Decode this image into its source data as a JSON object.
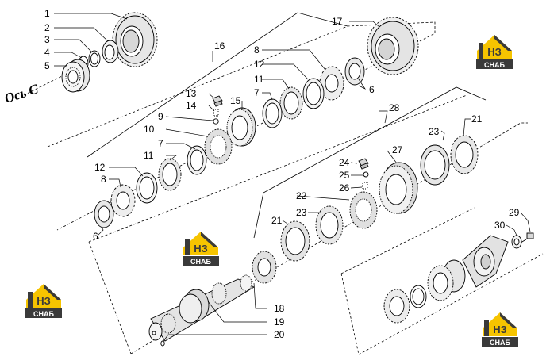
{
  "axis_label": "Ось С",
  "brand": {
    "mark": "НЗ",
    "name": "СНАБ",
    "colors": {
      "yellow": "#f6c400",
      "dark": "#3a3a3a"
    }
  },
  "callouts": {
    "c1": "1",
    "c2": "2",
    "c3": "3",
    "c4": "4",
    "c5": "5",
    "c6a": "6",
    "c6b": "6",
    "c7a": "7",
    "c7b": "7",
    "c8a": "8",
    "c8b": "8",
    "c9": "9",
    "c10": "10",
    "c11a": "11",
    "c11b": "11",
    "c12a": "12",
    "c12b": "12",
    "c13": "13",
    "c14": "14",
    "c15": "15",
    "c16": "16",
    "c17": "17",
    "c18": "18",
    "c19": "19",
    "c20": "20",
    "c21a": "21",
    "c21b": "21",
    "c22": "22",
    "c23a": "23",
    "c23b": "23",
    "c24": "24",
    "c25": "25",
    "c26": "26",
    "c27": "27",
    "c28": "28",
    "c29": "29",
    "c30": "30"
  }
}
